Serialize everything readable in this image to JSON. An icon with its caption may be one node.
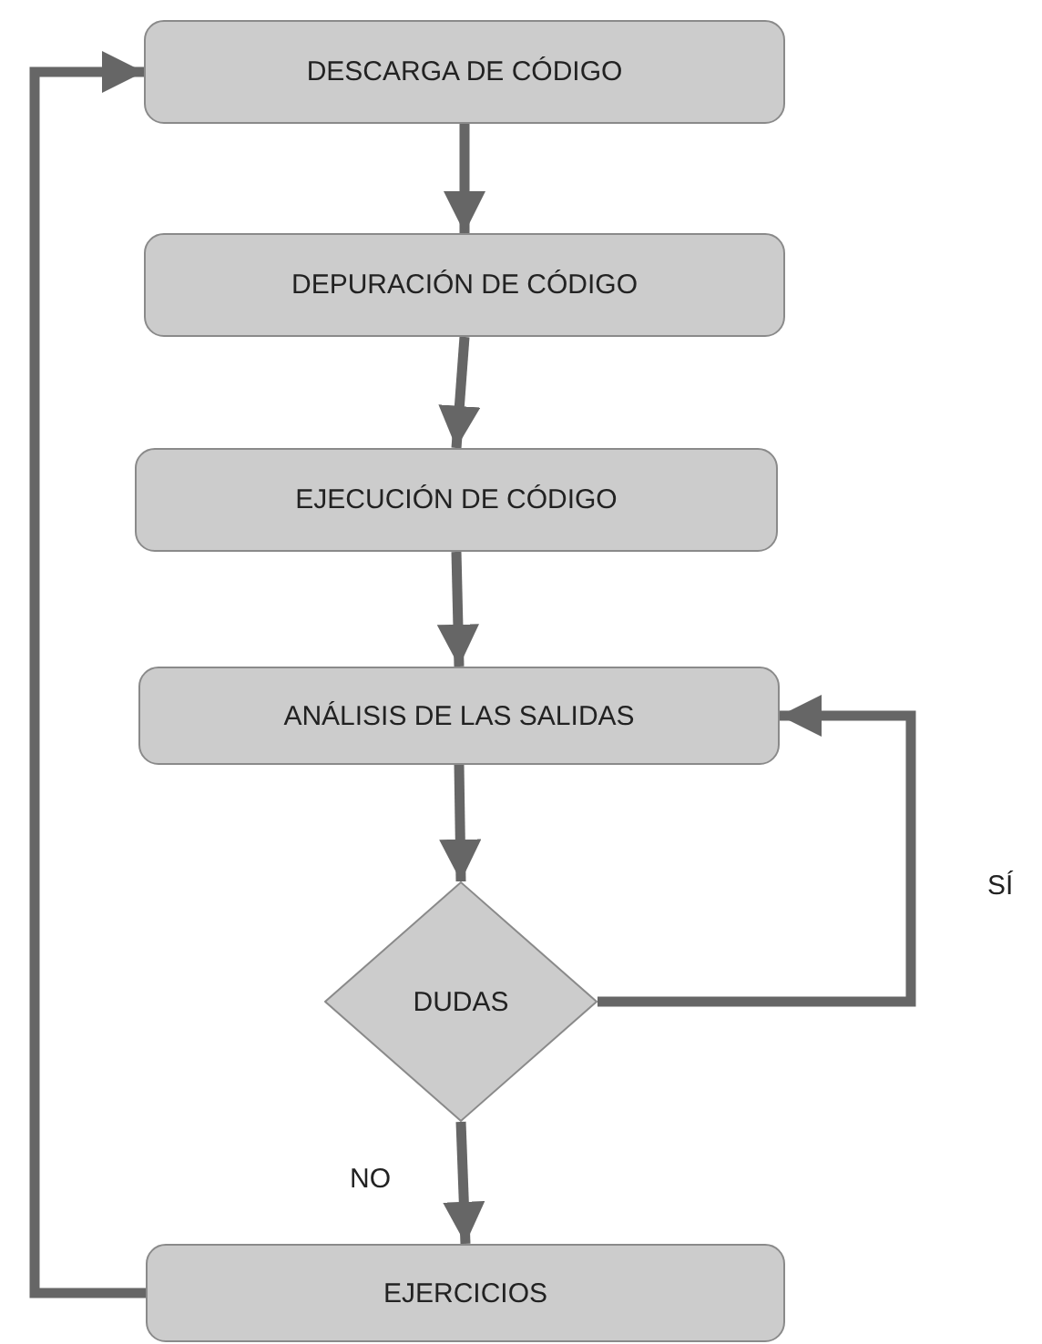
{
  "diagram": {
    "nodes": [
      {
        "text": [
          "DESCARGA DE CÓDIGO"
        ]
      },
      {
        "text": [
          "DEPURACIÓN DE CÓDIGO"
        ]
      },
      {
        "text": [
          "EJECUCIÓN DE CÓDIGO"
        ]
      },
      {
        "text": [
          "ANÁLISIS DE LAS SALIDAS"
        ]
      },
      {
        "text": [
          "DUDAS"
        ]
      },
      {
        "text": [
          "EJERCICIOS"
        ]
      }
    ],
    "edges": [
      {
        "from": 0,
        "to": 1,
        "arrow": "to"
      },
      {
        "from": 1,
        "to": 2,
        "arrow": "to"
      },
      {
        "from": 2,
        "to": 3,
        "arrow": "to"
      },
      {
        "from": 3,
        "to": 4,
        "arrow": "to"
      },
      {
        "from": 4,
        "to": 3,
        "arrow": "to",
        "label": "SÍ"
      },
      {
        "from": 4,
        "to": 5,
        "arrow": "to",
        "label": "NO"
      },
      {
        "from": 5,
        "to": 0,
        "arrow": "to"
      }
    ]
  }
}
